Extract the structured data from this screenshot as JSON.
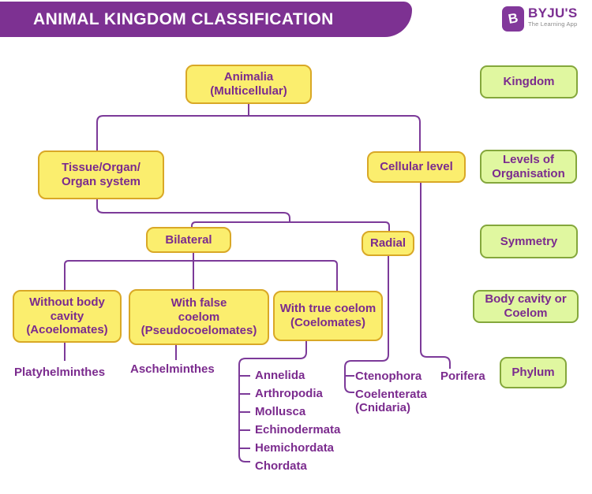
{
  "header": {
    "title": "ANIMAL KINGDOM CLASSIFICATION"
  },
  "logo": {
    "icon": "byjus-b-icon",
    "icon_letter": "B",
    "brand": "BYJU'S",
    "tagline": "The Learning App"
  },
  "colors": {
    "banner_bg": "#7d3192",
    "yellow_fill": "#fbee6e",
    "yellow_border": "#d9a826",
    "green_fill": "#e0f7a0",
    "green_border": "#84a73c",
    "text_purple": "#7b2b8e",
    "line_purple": "#7c3a99",
    "logo_purple": "#82389b",
    "tagline_gray": "#8a8a8a"
  },
  "nodes": {
    "animalia": {
      "lines": [
        "Animalia",
        "(Multicellular)"
      ]
    },
    "tissue_organ": {
      "lines": [
        "Tissue/Organ/",
        "Organ system"
      ]
    },
    "cellular_level": {
      "lines": [
        "Cellular level"
      ]
    },
    "bilateral": {
      "lines": [
        "Bilateral"
      ]
    },
    "radial": {
      "lines": [
        "Radial"
      ]
    },
    "acoelomates": {
      "lines": [
        "Without body",
        "cavity",
        "(Acoelomates)"
      ]
    },
    "pseudocoelomates": {
      "lines": [
        "With false",
        "coelom",
        "(Pseudocoelomates)"
      ]
    },
    "coelomates": {
      "lines": [
        "With true coelom",
        "(Coelomates)"
      ]
    }
  },
  "categories": {
    "kingdom": {
      "lines": [
        "Kingdom"
      ]
    },
    "levels": {
      "lines": [
        "Levels of",
        "Organisation"
      ]
    },
    "symmetry": {
      "lines": [
        "Symmetry"
      ]
    },
    "body_cavity": {
      "lines": [
        "Body cavity or",
        "Coelom"
      ]
    },
    "phylum": {
      "lines": [
        "Phylum"
      ]
    }
  },
  "phyla": {
    "platyhelminthes": "Platyhelminthes",
    "aschelminthes": "Aschelminthes",
    "coelomate_list": [
      "Annelida",
      "Arthropodia",
      "Mollusca",
      "Echinodermata",
      "Hemichordata",
      "Chordata"
    ],
    "ctenophora": "Ctenophora",
    "coelenterata": {
      "lines": [
        "Coelenterata",
        "(Cnidaria)"
      ]
    },
    "porifera": "Porifera"
  }
}
